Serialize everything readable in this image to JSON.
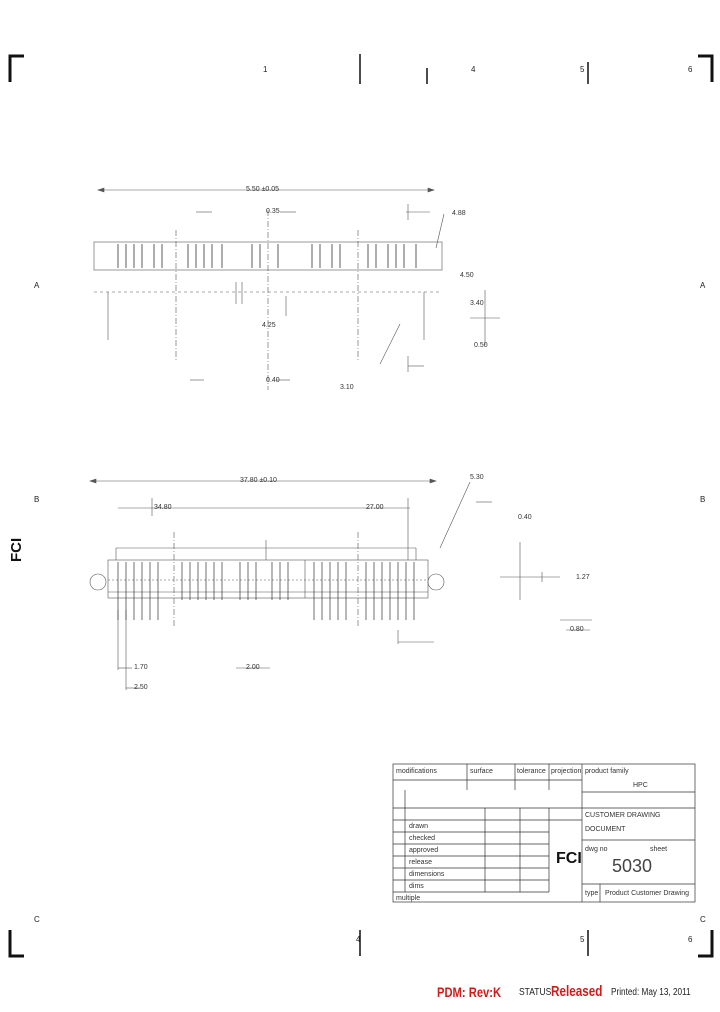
{
  "zone_labels": {
    "top": [
      "1",
      "4",
      "5",
      "6"
    ],
    "bottom": [
      "4",
      "5",
      "6"
    ],
    "left": [
      "A",
      "B",
      "C"
    ],
    "right": [
      "A",
      "B",
      "C"
    ]
  },
  "views": {
    "top_view": {
      "annotations": [
        "5.50 ±0.05",
        "4.88",
        "4.50",
        "3.40",
        "0.50",
        "3.10",
        "0.40",
        "0.35",
        "4.25"
      ]
    },
    "side_view": {
      "annotations": [
        "37.80 ±0.10",
        "34.80",
        "27.00",
        "5.30",
        "0.40",
        "1.27",
        "0.80",
        "2.00",
        "1.70",
        "2.50"
      ]
    }
  },
  "title_block": {
    "row_labels": [
      "modifications",
      "surface",
      "tolerance",
      "projection"
    ],
    "product_family_label": "product family",
    "product_family_value": "HPC",
    "rows": [
      "drawn",
      "checked",
      "approved",
      "release",
      "dimensions",
      "dims",
      "multiple"
    ],
    "doc_lines": [
      "CUSTOMER DRAWING",
      "DOCUMENT"
    ],
    "drawing_number_label": "dwg no",
    "drawing_number": "5030",
    "sheet_label": "sheet",
    "type_label": "type",
    "type_value": "Product Customer Drawing",
    "logo": "FCI"
  },
  "side_logo": "FCI",
  "footer": {
    "pdm": "PDM: Rev:K",
    "status_label": "STATUS:",
    "status_value": "Released",
    "printed": "Printed: May 13, 2011"
  },
  "colors": {
    "accent": "#d21a1a",
    "line": "#333333"
  }
}
